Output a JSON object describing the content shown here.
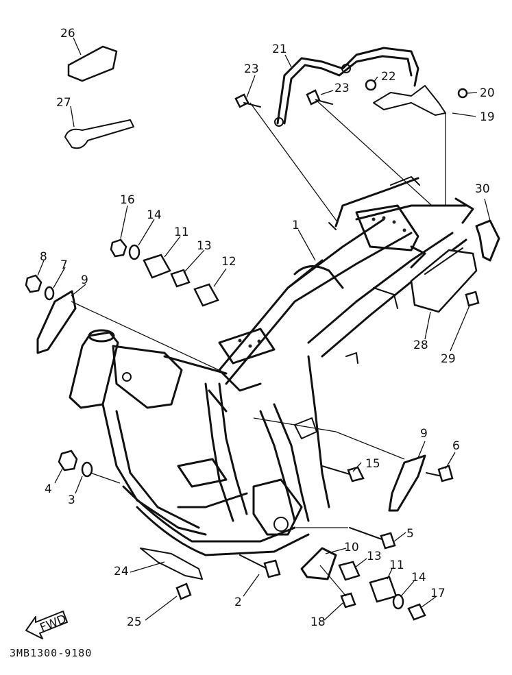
{
  "callouts": {
    "c1": "1",
    "c2": "2",
    "c3": "3",
    "c4": "4",
    "c5": "5",
    "c6": "6",
    "c7": "7",
    "c8": "8",
    "c9a": "9",
    "c9b": "9",
    "c10": "10",
    "c11a": "11",
    "c11b": "11",
    "c12": "12",
    "c13a": "13",
    "c13b": "13",
    "c14a": "14",
    "c14b": "14",
    "c15": "15",
    "c16": "16",
    "c17": "17",
    "c18": "18",
    "c19": "19",
    "c20": "20",
    "c21": "21",
    "c22": "22",
    "c23a": "23",
    "c23b": "23",
    "c24": "24",
    "c25": "25",
    "c26": "26",
    "c27": "27",
    "c28": "28",
    "c29": "29",
    "c30": "30"
  },
  "fwd_label": "FWD",
  "diagram_code": "3MB1300-9180"
}
